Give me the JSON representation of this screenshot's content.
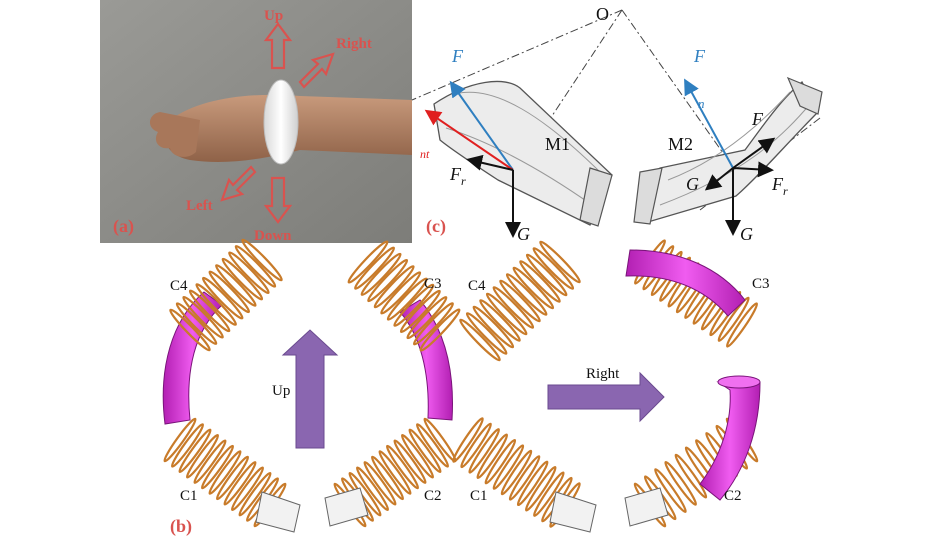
{
  "panel_a": {
    "label": "(a)",
    "arrows": {
      "up": "Up",
      "right": "Right",
      "left": "Left",
      "down": "Down"
    }
  },
  "panel_c": {
    "label": "(c)",
    "origin": "O",
    "m1": {
      "name": "M1",
      "force": "F",
      "nt": "nt",
      "friction": "F",
      "friction_sub": "r",
      "gravity": "G"
    },
    "m2": {
      "name": "M2",
      "force": "F",
      "n": "n",
      "force2": "F",
      "friction": "F",
      "friction_sub": "r",
      "gravity": "G",
      "gravity2": "G"
    }
  },
  "panel_b": {
    "label": "(b)",
    "coils_left": [
      "C4",
      "C3",
      "C1",
      "C2"
    ],
    "coils_right": [
      "C4",
      "C3",
      "C1",
      "C2"
    ],
    "arrow_up": "Up",
    "arrow_right": "Right"
  },
  "colors": {
    "accent_red": "#d9534f",
    "force_blue": "#2f7fc0",
    "magnet_magenta": "#d72fd7",
    "coil_orange": "#c87b2a",
    "arrow_purple": "#8a66b0"
  }
}
